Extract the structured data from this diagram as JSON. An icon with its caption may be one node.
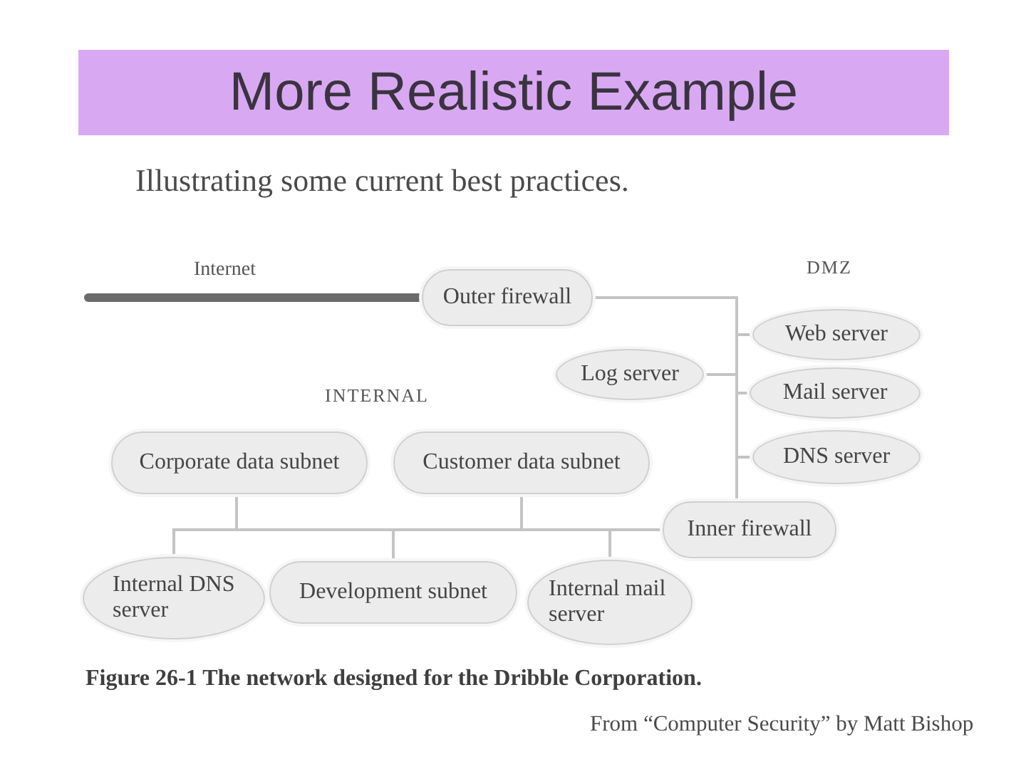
{
  "diagram": {
    "title": "More Realistic Example",
    "caption": "Figure 26-1 The network designed for the Dribble Corporation.",
    "nodes": [
      {
        "text": [
          "Outer firewall"
        ]
      },
      {
        "text": [
          "Web server"
        ]
      },
      {
        "text": [
          "Log server"
        ]
      },
      {
        "text": [
          "Mail server"
        ]
      },
      {
        "text": [
          "DNS server"
        ]
      },
      {
        "text": [
          "Corporate data subnet"
        ]
      },
      {
        "text": [
          "Customer data subnet"
        ]
      },
      {
        "text": [
          "Inner firewall"
        ]
      },
      {
        "text": [
          "Internal DNS server"
        ]
      },
      {
        "text": [
          "Development subnet"
        ]
      },
      {
        "text": [
          "Internal mail server"
        ]
      }
    ],
    "edges": [
      {
        "from": null,
        "to": 0,
        "arrow": "none",
        "label": "Internet",
        "style": "thick",
        "color": "#6b6b6b"
      },
      {
        "from": 0,
        "to": 2,
        "arrow": "none"
      },
      {
        "from": 0,
        "to": 1,
        "arrow": "none"
      },
      {
        "from": 0,
        "to": 3,
        "arrow": "none"
      },
      {
        "from": 0,
        "to": 4,
        "arrow": "none"
      },
      {
        "from": 0,
        "to": 7,
        "arrow": "none"
      },
      {
        "from": 7,
        "to": 5,
        "arrow": "none"
      },
      {
        "from": 7,
        "to": 6,
        "arrow": "none"
      },
      {
        "from": 7,
        "to": 8,
        "arrow": "none"
      },
      {
        "from": 7,
        "to": 9,
        "arrow": "none"
      },
      {
        "from": 7,
        "to": 10,
        "arrow": "none"
      }
    ],
    "labels": [
      "Illustrating some current best practices.",
      "DMZ",
      "INTERNAL",
      "From “Computer Security” by Matt Bishop"
    ]
  }
}
